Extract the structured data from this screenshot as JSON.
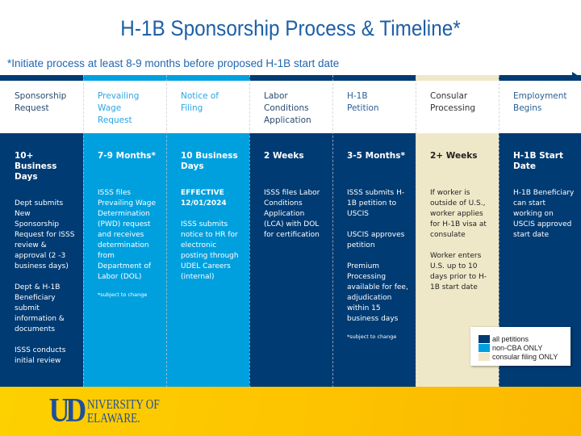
{
  "title": "H-1B Sponsorship Process & Timeline*",
  "subtitle": "*Initiate process at least 8-9 months before proposed H-1B start date",
  "colors": {
    "navy": "#003b73",
    "blue": "#00a0df",
    "cream": "#efe8c8"
  },
  "columns": [
    {
      "header": "Sponsorship Request",
      "duration": "10+ Business Days",
      "blocks": [
        {
          "text": "Dept submits New Sponsorship Request for ISSS review & approval (2 -3 business days)"
        },
        {
          "text": "Dept & H-1B Beneficiary submit information & documents"
        },
        {
          "text": "ISSS conducts initial review"
        }
      ],
      "note": ""
    },
    {
      "header": "Prevailing Wage Request",
      "duration": "7-9 Months*",
      "blocks": [
        {
          "text": "ISSS files Prevailing Wage Determination (PWD) request and receives determination from Department of Labor (DOL)"
        }
      ],
      "note": "*subject to change"
    },
    {
      "header": "Notice of Filing",
      "duration": "10 Business Days",
      "blocks": [
        {
          "text": "EFFECTIVE 12/01/2024",
          "bold": true
        },
        {
          "text": "ISSS submits notice to HR for electronic posting through UDEL Careers (internal)"
        }
      ],
      "note": ""
    },
    {
      "header": "Labor Conditions Application",
      "duration": "2 Weeks",
      "blocks": [
        {
          "text": "ISSS files Labor Conditions Application (LCA) with DOL for certification"
        }
      ],
      "note": ""
    },
    {
      "header": "H-1B Petition",
      "duration": "3-5 Months*",
      "blocks": [
        {
          "text": "ISSS submits H-1B petition to USCIS"
        },
        {
          "text": "USCIS approves petition"
        },
        {
          "text": "Premium Processing available for fee, adjudication within 15 business days"
        }
      ],
      "note": "*subject to change"
    },
    {
      "header": "Consular Processing",
      "duration": "2+ Weeks",
      "blocks": [
        {
          "text": "If worker is outside of U.S., worker applies for H-1B visa at consulate"
        },
        {
          "text": "Worker enters U.S. up to 10 days prior to H-1B start date"
        }
      ],
      "note": ""
    },
    {
      "header": "Employment Begins",
      "duration": "H-1B Start Date",
      "blocks": [
        {
          "text": "H-1B Beneficiary can start working on USCIS approved start date"
        }
      ],
      "note": ""
    }
  ],
  "legend": [
    "all petitions",
    "non-CBA ONLY",
    "consular filing ONLY"
  ],
  "logo": {
    "text": "University of Delaware"
  }
}
